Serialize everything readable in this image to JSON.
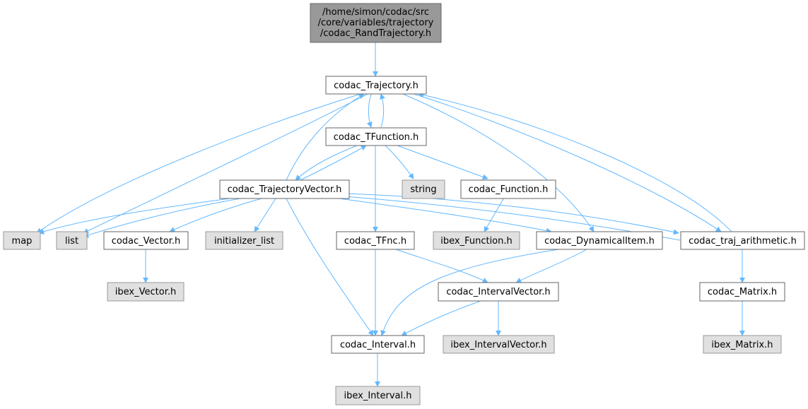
{
  "colors": {
    "root_fill": "#999999",
    "root_stroke": "#666666",
    "node_fill": "#ffffff",
    "node_stroke": "#666666",
    "external_fill": "#e0e0e0",
    "external_stroke": "#999999",
    "edge": "#63b8ff"
  },
  "root": {
    "lines": [
      "/home/simon/codac/src",
      "/core/variables/trajectory",
      "/codac_RandTrajectory.h"
    ]
  },
  "nodes": {
    "trajectory": "codac_Trajectory.h",
    "tfunction": "codac_TFunction.h",
    "trajectory_vector": "codac_TrajectoryVector.h",
    "string": "string",
    "function": "codac_Function.h",
    "map": "map",
    "list": "list",
    "vector": "codac_Vector.h",
    "initializer_list": "initializer_list",
    "tfnc": "codac_TFnc.h",
    "ibex_function": "ibex_Function.h",
    "dynamical_item": "codac_DynamicalItem.h",
    "traj_arithmetic": "codac_traj_arithmetic.h",
    "ibex_vector": "ibex_Vector.h",
    "interval_vector": "codac_IntervalVector.h",
    "matrix": "codac_Matrix.h",
    "interval": "codac_Interval.h",
    "ibex_interval_vector": "ibex_IntervalVector.h",
    "ibex_matrix": "ibex_Matrix.h",
    "ibex_interval": "ibex_Interval.h"
  }
}
